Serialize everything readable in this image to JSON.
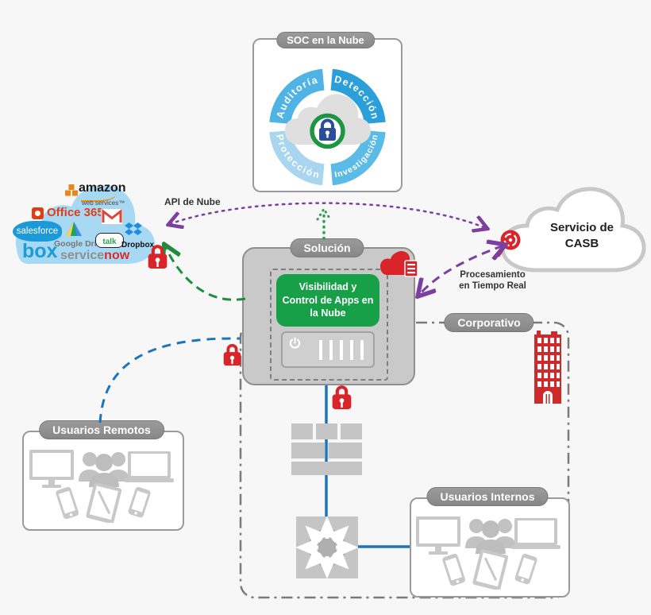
{
  "soc": {
    "title": "SOC en la Nube",
    "segments": [
      {
        "label": "Auditoría",
        "color": "#4FB3E5"
      },
      {
        "label": "Detección",
        "color": "#2B9FD9"
      },
      {
        "label": "Protección",
        "color": "#A9D5EF"
      },
      {
        "label": "Investigación",
        "color": "#5BBBE7"
      }
    ]
  },
  "apps_cloud": {
    "amazon": "amazon",
    "amazon_sub": "web services™",
    "office": "Office 365",
    "salesforce": "salesforce",
    "google_drive": "Google Drive",
    "talk": "talk",
    "dropbox": "Dropbox",
    "box": "box",
    "servicenow_gray": "service",
    "servicenow_red": "now"
  },
  "casb": {
    "line1": "Servicio de",
    "line2": "CASB"
  },
  "solution": {
    "title": "Solución",
    "panel": "Visibilidad y Control de Apps en la Nube"
  },
  "arrows": {
    "api_label": "API de Nube",
    "processing_line1": "Procesamiento",
    "processing_line2": "en Tiempo Real"
  },
  "corporate": {
    "title": "Corporativo"
  },
  "remote_users": {
    "title": "Usuarios Remotos"
  },
  "internal_users": {
    "title": "Usuarios Internos"
  },
  "colors": {
    "background": "#F7F7F7",
    "purple_arrow": "#7B3FA0",
    "green_arrow": "#1E8C3C",
    "blue_line": "#1C75BC",
    "lock_red": "#D9252A",
    "solution_green": "#18A048",
    "apps_cloud_blue": "#A8D9F4",
    "box_gray": "#C9C9C9"
  }
}
